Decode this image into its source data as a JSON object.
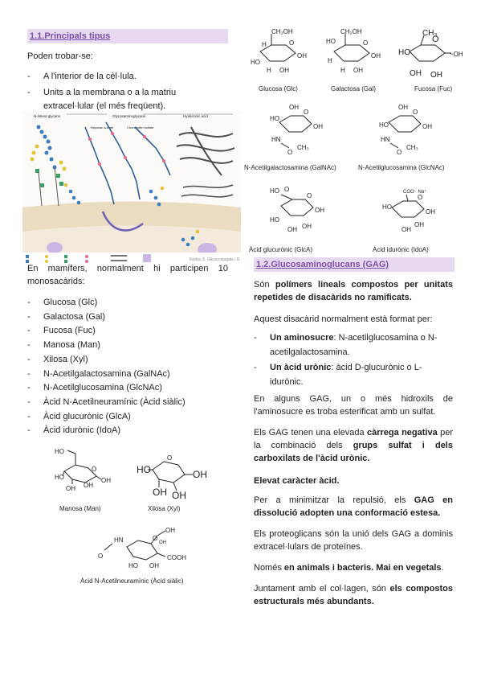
{
  "left": {
    "heading": "1.1.Principals tipus",
    "intro": "Poden trobar-se:",
    "locations": [
      "A l'interior de la cèl·lula.",
      "Units a la membrana o a la matriu extracel·lular (el més freqüent)."
    ],
    "mammals_text": "En mamífers, normalment hi participen 10 monosacàrids:",
    "monosaccharides": [
      "Glucosa (Glc)",
      "Galactosa (Gal)",
      "Fucosa (Fuc)",
      "Manosa (Man)",
      "Xilosa (Xyl)",
      "N-Acetilgalactosamina (GalNAc)",
      "N-Acetilglucosamina (GlcNAc)",
      "Àcid N-Acetilneuramínic (Àcid siàlic)",
      "Àcid glucurònic (GlcA)",
      "Àcid idurònic (IdoA)"
    ],
    "figure_labels": {
      "top_left": "N-linked glycans",
      "top_mid": "Glycosaminoglycans",
      "top_right": "Hyaluronic acid",
      "chondroitin": "Chondroitin sulfate",
      "heparan": "Heparan sulfate",
      "caption": "Ilustra. 5. Glicoconjugats i G"
    },
    "molecule_captions": {
      "man": "Manosa (Man)",
      "xyl": "Xilosa (Xyl)",
      "sia": "Àcid N-Acetilneuramínic (Àcid siàlic)"
    }
  },
  "right": {
    "molecule_captions": {
      "glc": "Glucosa (Glc)",
      "gal": "Galactosa (Gal)",
      "fuc": "Fucosa (Fuc)",
      "galnac": "N-Acetilgalactosamina (GalNAc)",
      "glcnac": "N-Acetilglucosamina (GlcNAc)",
      "glca": "Àcid glucurònic (GlcA)",
      "idoa": "Àcid idurònic (IdoA)"
    },
    "heading": "1.2.Glucosaminoglucans (GAG)",
    "p1_pre": "Són ",
    "p1_bold": "polímers lineals compostos per unitats repetides de disacàrids no ramificats.",
    "p2": "Aquest disacàrid normalment està format per:",
    "items": [
      {
        "bold": "Un aminosucre",
        "text": ": N-acetilglucosamina o N-acetilgalactosamina."
      },
      {
        "bold": "Un àcid urònic",
        "text": ": àcid D-glucurònic o L-idurònic."
      }
    ],
    "p3": "En alguns GAG, un o més hidroxils de l'aminosucre es troba esterificat amb un sulfat.",
    "p4_a": "Els GAG tenen una elevada ",
    "p4_b": "càrrega negativa",
    "p4_c": " per la combinació dels ",
    "p4_d": "grups sulfat i dels carboxilats de l'àcid urònic.",
    "p5": "Elevat caràcter àcid.",
    "p6_a": "Per a minimitzar la repulsió, els ",
    "p6_b": "GAG en dissolució adopten una conformació estesa.",
    "p7": "Els proteoglicans són la unió dels GAG a dominis extracel·lulars de proteïnes.",
    "p8_a": "Només ",
    "p8_b": "en animals i bacteris. Mai en vegetals",
    "p8_c": ".",
    "p9_a": "Juntament amb el col·lagen, són ",
    "p9_b": "els compostos estructurals més abundants."
  }
}
